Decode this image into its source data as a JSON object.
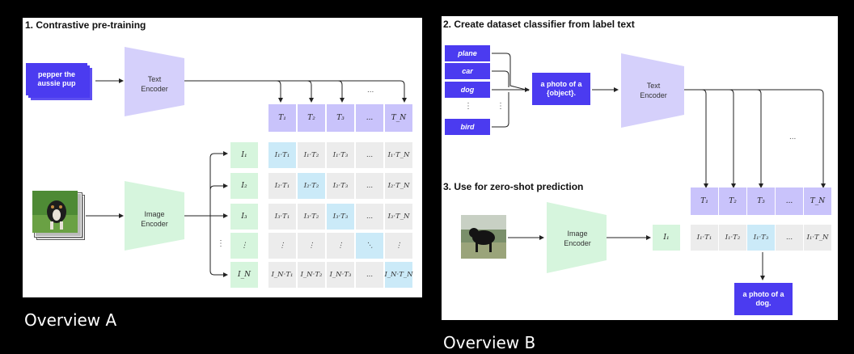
{
  "panel_a": {
    "heading": "1. Contrastive pre-training",
    "caption": "Overview A",
    "input_text": "pepper the aussie pup",
    "text_encoder": "Text Encoder",
    "image_encoder": "Image Encoder",
    "text_tokens": [
      "T₁",
      "T₂",
      "T₃",
      "...",
      "T_N"
    ],
    "image_tokens": [
      "I₁",
      "I₂",
      "I₃",
      "⋮",
      "I_N"
    ],
    "matrix": [
      [
        "I₁·T₁",
        "I₁·T₂",
        "I₁·T₃",
        "...",
        "I₁·T_N"
      ],
      [
        "I₂·T₁",
        "I₂·T₂",
        "I₂·T₃",
        "...",
        "I₂·T_N"
      ],
      [
        "I₃·T₁",
        "I₃·T₂",
        "I₃·T₃",
        "...",
        "I₃·T_N"
      ],
      [
        "⋮",
        "⋮",
        "⋮",
        "⋱",
        "⋮"
      ],
      [
        "I_N·T₁",
        "I_N·T₂",
        "I_N·T₃",
        "...",
        "I_N·T_N"
      ]
    ],
    "ellipsis": "..."
  },
  "panel_b": {
    "heading2": "2. Create dataset classifier from label text",
    "heading3": "3. Use for zero-shot prediction",
    "caption": "Overview B",
    "labels": [
      "plane",
      "car",
      "dog",
      "⋮",
      "bird"
    ],
    "template": "a photo of a {object}.",
    "text_encoder": "Text Encoder",
    "image_encoder": "Image Encoder",
    "text_tokens": [
      "T₁",
      "T₂",
      "T₃",
      "...",
      "T_N"
    ],
    "image_token": "I₁",
    "products": [
      "I₁·T₁",
      "I₁·T₂",
      "I₁·T₃",
      "...",
      "I₁·T_N"
    ],
    "prediction": "a photo of a dog.",
    "ellipsis": "..."
  },
  "colors": {
    "purple": "#4b3bf0",
    "lavender": "#c9c3fb",
    "mint": "#d6f5dd",
    "highlight": "#cbeaf8",
    "cell": "#ececec"
  }
}
